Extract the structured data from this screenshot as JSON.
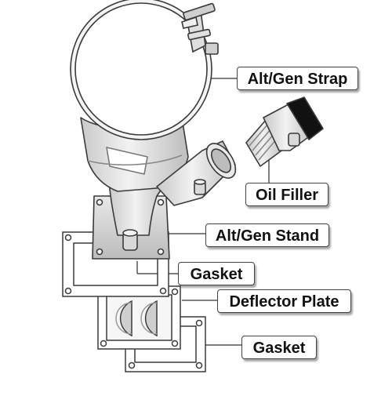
{
  "labels": {
    "strap": "Alt/Gen Strap",
    "oil_filler": "Oil Filler",
    "stand": "Alt/Gen Stand",
    "gasket_top": "Gasket",
    "deflector": "Deflector Plate",
    "gasket_bottom": "Gasket"
  },
  "colors": {
    "outline": "#3a3a3a",
    "metal_light": "#efefef",
    "metal_mid": "#d2d2d2",
    "metal_dark": "#a9a9a9",
    "cap": "#111111",
    "leader": "#555555"
  }
}
